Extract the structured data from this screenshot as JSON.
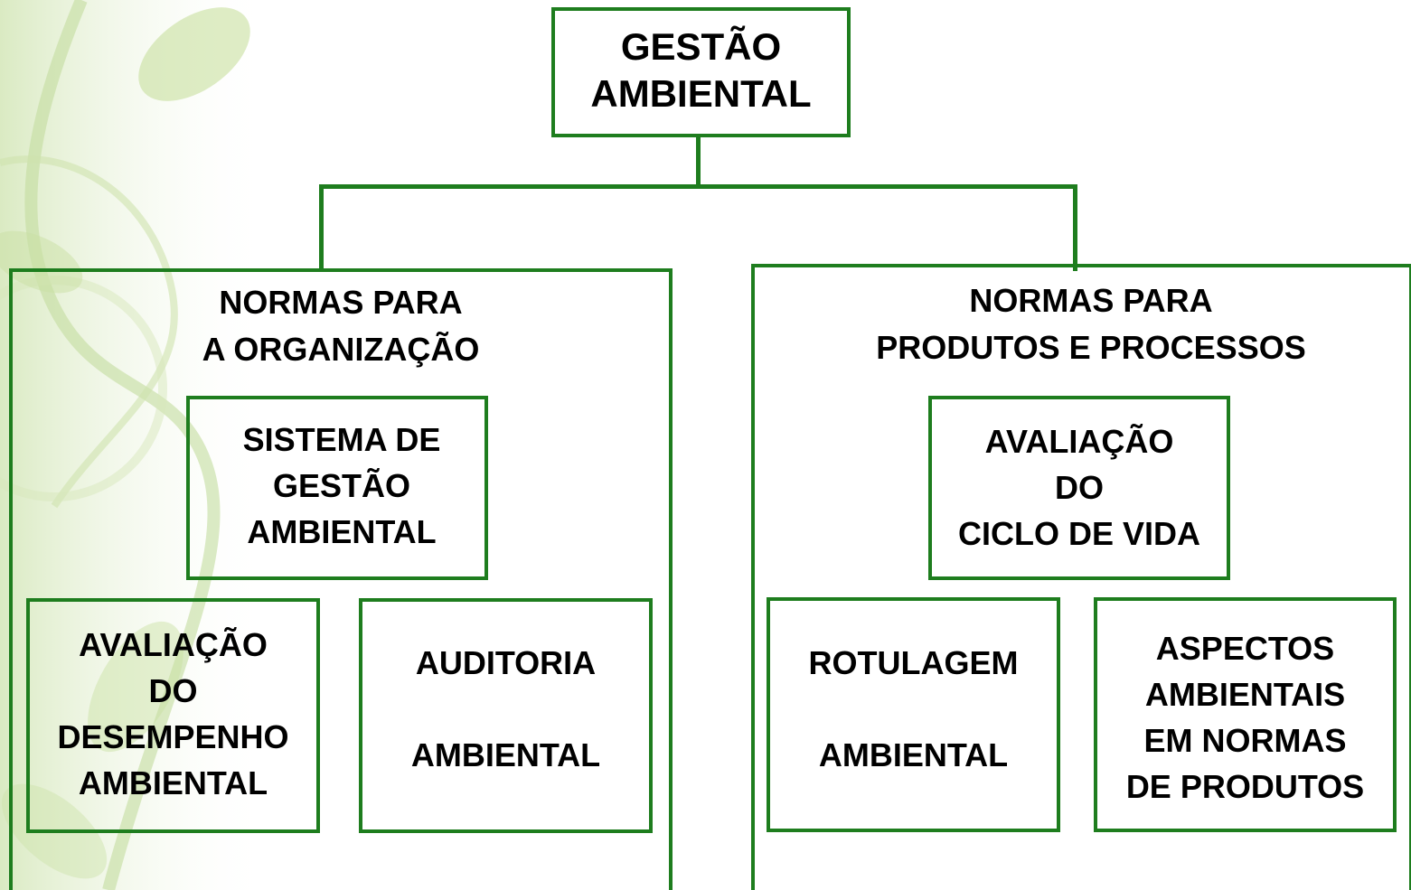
{
  "diagram": {
    "root": {
      "label": "GESTÃO\nAMBIENTAL"
    },
    "left_group": {
      "title": "NORMAS PARA\nA ORGANIZAÇÃO",
      "top_box": "SISTEMA DE\nGESTÃO\nAMBIENTAL",
      "bottom_left_box": "AVALIAÇÃO\nDO\nDESEMPENHO\nAMBIENTAL",
      "bottom_right_box_line1": "AUDITORIA",
      "bottom_right_box_line2": "AMBIENTAL"
    },
    "right_group": {
      "title": "NORMAS PARA\nPRODUTOS E PROCESSOS",
      "top_box": "AVALIAÇÃO\nDO\nCICLO DE VIDA",
      "bottom_left_box_line1": "ROTULAGEM",
      "bottom_left_box_line2": "AMBIENTAL",
      "bottom_right_box": "ASPECTOS\nAMBIENTAIS\nEM NORMAS\nDE PRODUTOS"
    }
  },
  "colors": {
    "box_border": "#1e7d1e",
    "text": "#000000",
    "decor": "#c9dfa8"
  }
}
